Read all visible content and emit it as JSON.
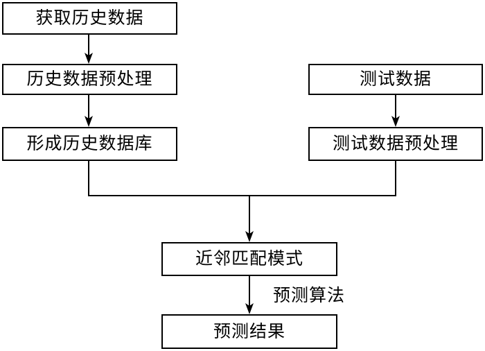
{
  "diagram": {
    "title_text": "",
    "background_color": "#ffffff",
    "line_color": "#000000",
    "box_fill_color": "#ffffff",
    "nodes": [
      {
        "id": "acquire-history-data",
        "label": "获取历史数据",
        "column": "left",
        "order": 1
      },
      {
        "id": "history-data-preprocess",
        "label": "历史数据预处理",
        "column": "left",
        "order": 2
      },
      {
        "id": "form-history-database",
        "label": "形成历史数据库",
        "column": "left",
        "order": 3
      },
      {
        "id": "test-data",
        "label": "测试数据",
        "column": "right",
        "order": 1
      },
      {
        "id": "test-data-preprocess",
        "label": "测试数据预处理",
        "column": "right",
        "order": 2
      },
      {
        "id": "nearest-neighbor-matching",
        "label": "近邻匹配模式",
        "column": "center",
        "order": 1
      },
      {
        "id": "prediction-result",
        "label": "预测结果",
        "column": "center",
        "order": 2
      }
    ],
    "edge_labels": [
      {
        "id": "prediction-algorithm",
        "label": "预测算法"
      }
    ]
  }
}
